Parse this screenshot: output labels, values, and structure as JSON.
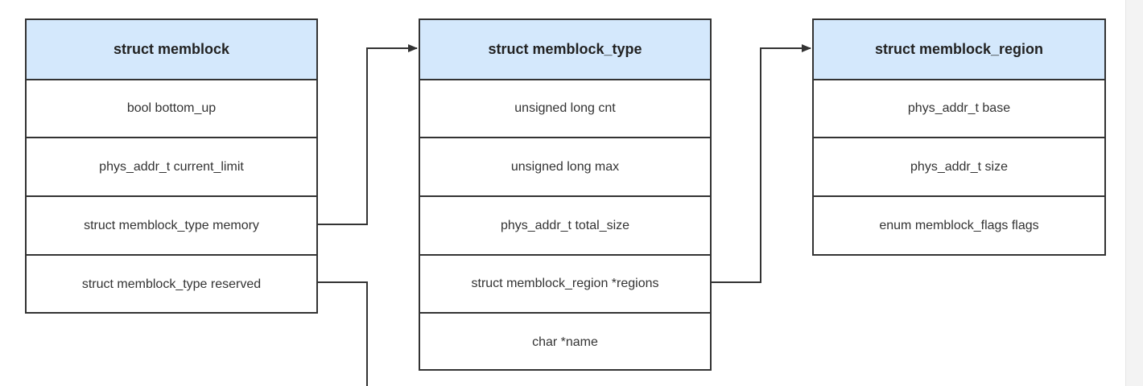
{
  "diagram": {
    "structs": [
      {
        "title": "struct memblock",
        "fields": [
          "bool bottom_up",
          "phys_addr_t current_limit",
          "struct memblock_type memory",
          "struct memblock_type reserved"
        ]
      },
      {
        "title": "struct memblock_type",
        "fields": [
          "unsigned long cnt",
          "unsigned long max",
          "phys_addr_t total_size",
          "struct memblock_region *regions",
          "char *name"
        ]
      },
      {
        "title": "struct memblock_region",
        "fields": [
          "phys_addr_t base",
          "phys_addr_t size",
          "enum memblock_flags flags"
        ]
      }
    ]
  }
}
